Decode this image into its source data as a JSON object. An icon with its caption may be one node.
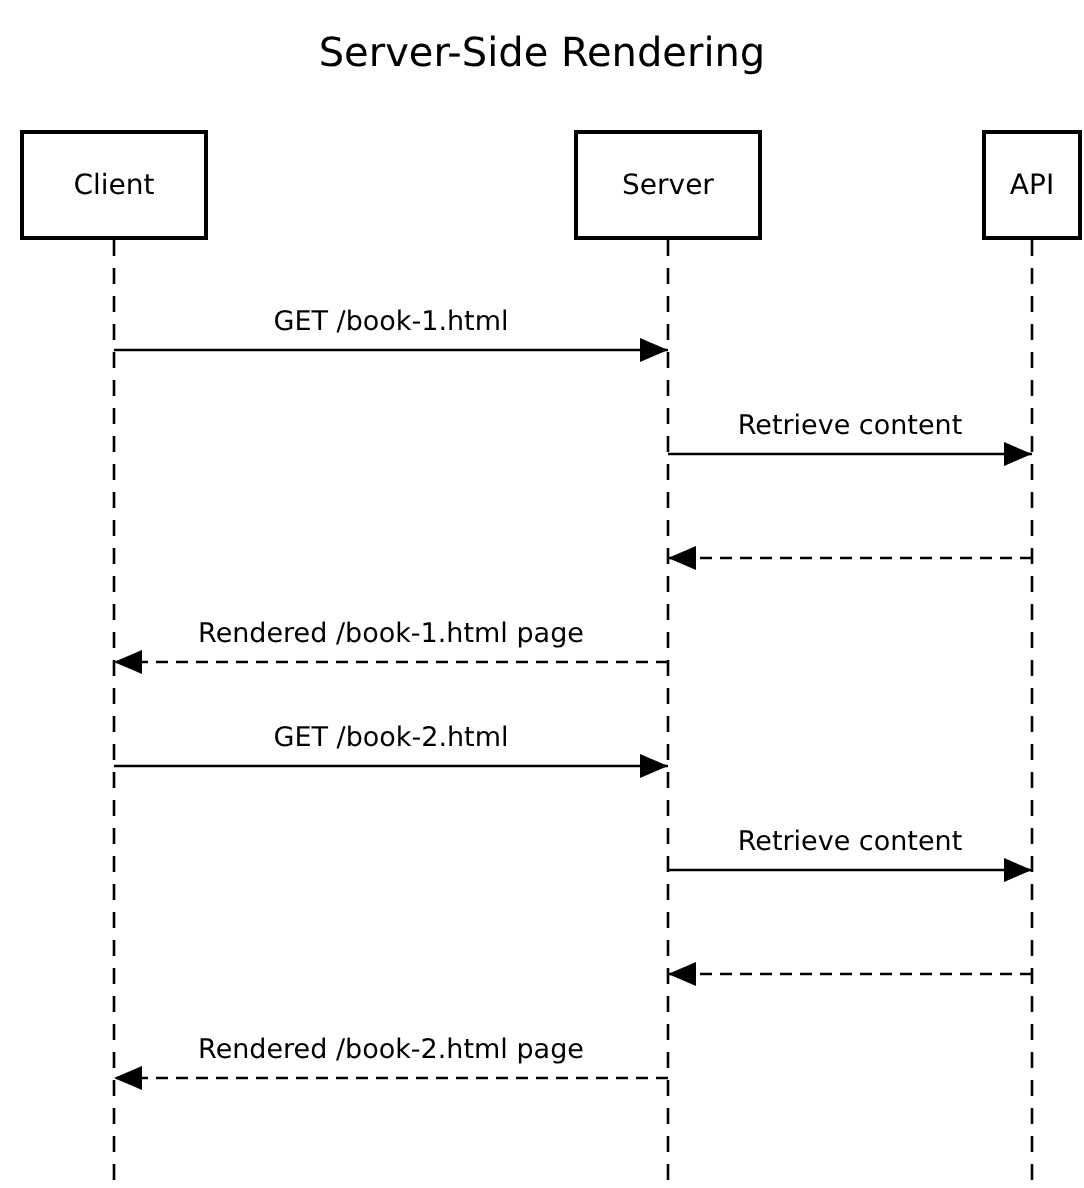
{
  "diagram": {
    "title": "Server-Side Rendering",
    "nodes": [
      {
        "text": [
          "Client"
        ]
      },
      {
        "text": [
          "Server"
        ]
      },
      {
        "text": [
          "API"
        ]
      }
    ],
    "edges": [
      {
        "from": 0,
        "to": 1,
        "arrow": "to",
        "label": "GET /book-1.html"
      },
      {
        "from": 1,
        "to": 2,
        "arrow": "to",
        "label": "Retrieve content"
      },
      {
        "from": 2,
        "to": 1,
        "arrow": "to",
        "style": "dashed"
      },
      {
        "from": 1,
        "to": 0,
        "arrow": "to",
        "style": "dashed",
        "label": "Rendered /book-1.html page"
      },
      {
        "from": 0,
        "to": 1,
        "arrow": "to",
        "label": "GET /book-2.html"
      },
      {
        "from": 1,
        "to": 2,
        "arrow": "to",
        "label": "Retrieve content"
      },
      {
        "from": 2,
        "to": 1,
        "arrow": "to",
        "style": "dashed"
      },
      {
        "from": 1,
        "to": 0,
        "arrow": "to",
        "style": "dashed",
        "label": "Rendered /book-2.html page"
      }
    ]
  }
}
